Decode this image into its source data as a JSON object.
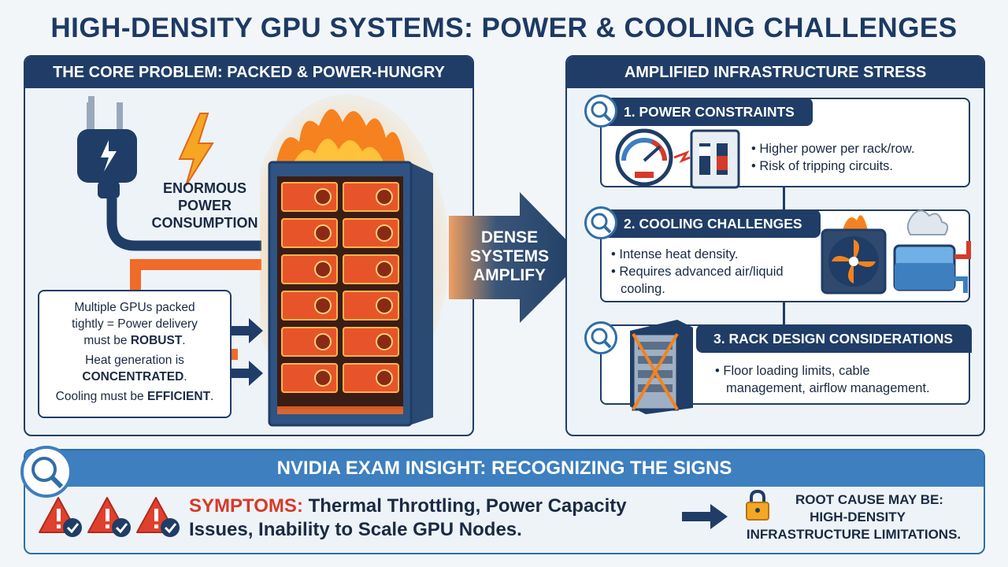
{
  "title": "HIGH-DENSITY GPU SYSTEMS: POWER & COOLING CHALLENGES",
  "left_panel": {
    "heading": "THE CORE PROBLEM: PACKED & POWER-HUNGRY",
    "power_label": [
      "ENORMOUS",
      "POWER",
      "CONSUMPTION"
    ],
    "note_lines": {
      "l1": "Multiple GPUs packed",
      "l2": "tightly = Power delivery",
      "l3a": "must be ",
      "l3b": "ROBUST",
      "l3c": ".",
      "l4": "Heat generation is",
      "l5": "CONCENTRATED",
      "l5c": ".",
      "l6a": "Cooling must be ",
      "l6b": "EFFICIENT",
      "l6c": "."
    },
    "arrow_label": [
      "DENSE",
      "SYSTEMS",
      "AMPLIFY"
    ]
  },
  "right_panel": {
    "heading": "AMPLIFIED INFRASTRUCTURE STRESS",
    "sections": [
      {
        "title": "1. POWER CONSTRAINTS",
        "bullets": [
          "• Higher power per rack/row.",
          "• Risk of tripping circuits."
        ]
      },
      {
        "title": "2. COOLING CHALLENGES",
        "bullets": [
          "• Intense heat density.",
          "• Requires advanced air/liquid",
          "  cooling."
        ]
      },
      {
        "title": "3. RACK DESIGN CONSIDERATIONS",
        "bullets": [
          "• Floor loading limits, cable",
          "  management, airflow management."
        ]
      }
    ]
  },
  "bottom": {
    "heading": "NVIDIA EXAM INSIGHT: RECOGNIZING THE SIGNS",
    "symptoms_label": "SYMPTOMS:",
    "symptoms_text1": "Thermal Throttling, Power Capacity",
    "symptoms_text2": "Issues, Inability to Scale GPU Nodes.",
    "root_cause": [
      "ROOT CAUSE MAY BE:",
      "HIGH-DENSITY",
      "INFRASTRUCTURE LIMITATIONS."
    ]
  },
  "colors": {
    "navy": "#1f3d66",
    "blue": "#3d7fbf",
    "red": "#d63a2a",
    "orange": "#f5821f"
  }
}
